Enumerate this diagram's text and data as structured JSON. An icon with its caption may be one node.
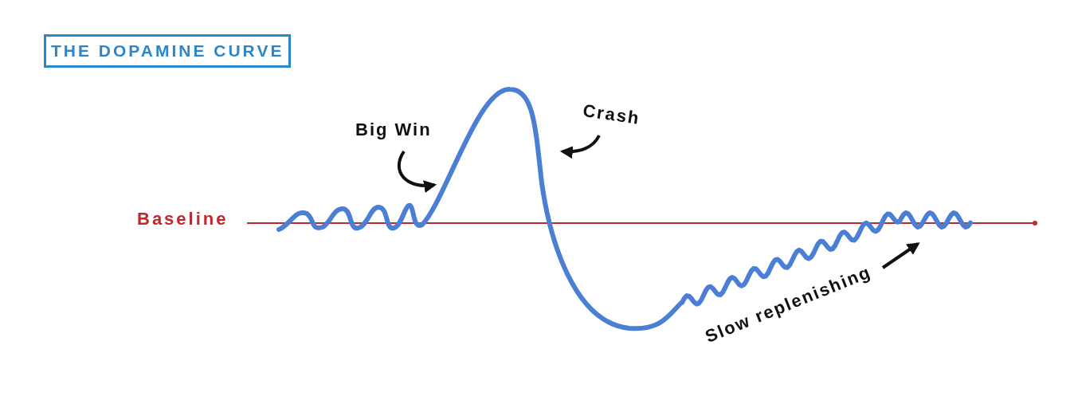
{
  "diagram": {
    "title": "THE DOPAMINE CURVE",
    "nodes": [
      {
        "text": [
          "Big Win"
        ]
      },
      {
        "text": [
          "Crash"
        ]
      },
      {
        "text": [
          "Slow replenishing"
        ]
      }
    ],
    "edges": [
      {
        "from": 0,
        "to": null,
        "arrow": "to"
      },
      {
        "from": 1,
        "to": null,
        "arrow": "to"
      },
      {
        "from": 2,
        "to": null,
        "arrow": "to"
      }
    ],
    "labels": [
      "Baseline"
    ]
  }
}
